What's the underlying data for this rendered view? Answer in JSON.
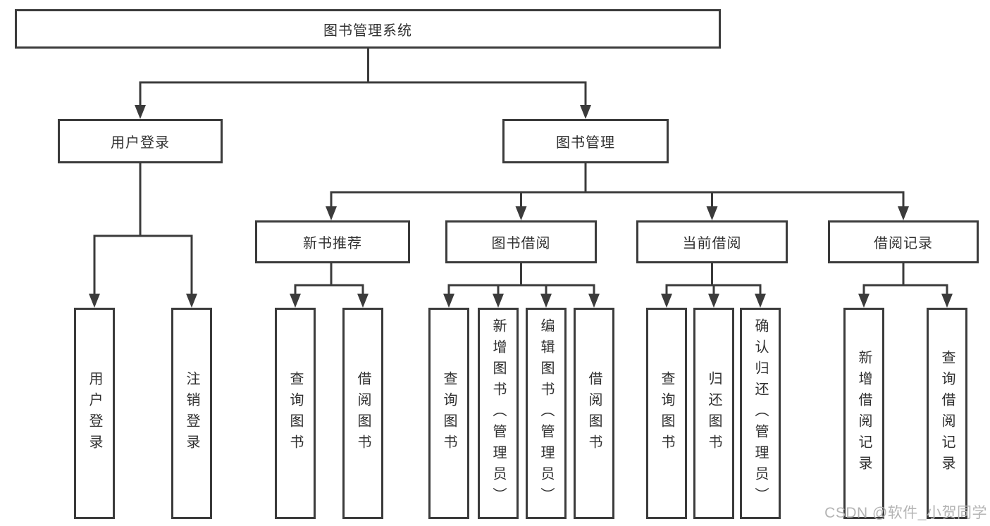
{
  "tree": {
    "label": "图书管理系统",
    "children": [
      {
        "label": "用户登录",
        "children": [
          {
            "label": "用户登录"
          },
          {
            "label": "注销登录"
          }
        ]
      },
      {
        "label": "图书管理",
        "children": [
          {
            "label": "新书推荐",
            "children": [
              {
                "label": "查询图书"
              },
              {
                "label": "借阅图书"
              }
            ]
          },
          {
            "label": "图书借阅",
            "children": [
              {
                "label": "查询图书"
              },
              {
                "label": "新增图书（管理员）"
              },
              {
                "label": "编辑图书（管理员）"
              },
              {
                "label": "借阅图书"
              }
            ]
          },
          {
            "label": "当前借阅",
            "children": [
              {
                "label": "查询图书"
              },
              {
                "label": "归还图书"
              },
              {
                "label": "确认归还（管理员）"
              }
            ]
          },
          {
            "label": "借阅记录",
            "children": [
              {
                "label": "新增借阅记录"
              },
              {
                "label": "查询借阅记录"
              }
            ]
          }
        ]
      }
    ]
  },
  "watermark": {
    "text": "CSDN @软件_小贺同学"
  },
  "colors": {
    "line": "#3b3b3b",
    "text": "#303030",
    "watermark": "#b4b4b4",
    "background": "#ffffff"
  }
}
